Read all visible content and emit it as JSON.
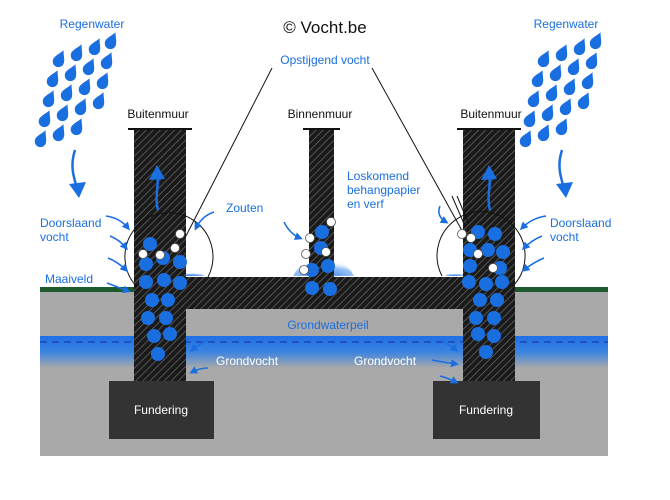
{
  "title": "© Vocht.be",
  "labels": {
    "rain_left": "Regenwater",
    "rain_right": "Regenwater",
    "rising_damp": "Opstijgend vocht",
    "outer_wall_left": "Buitenmuur",
    "inner_wall": "Binnenmuur",
    "outer_wall_right": "Buitenmuur",
    "peeling_line1": "Loskomend",
    "peeling_line2": "behangpapier",
    "peeling_line3": "en verf",
    "salts": "Zouten",
    "penetrating_left_line1": "Doorslaand",
    "penetrating_left_line2": "vocht",
    "penetrating_right_line1": "Doorslaand",
    "penetrating_right_line2": "vocht",
    "ground_level": "Maaiveld",
    "groundwater_level": "Grondwaterpeil",
    "ground_moisture_left": "Grondvocht",
    "ground_moisture_right": "Grondvocht",
    "foundation_left": "Fundering",
    "foundation_right": "Fundering"
  },
  "colors": {
    "water_blue": "#1a6fe0",
    "ground_gray": "#a9a9a9",
    "grass_green": "#1d5a2e",
    "foundation_dark": "#333333",
    "groundwater_band": "#3f7fd8"
  },
  "icons": [
    "raindrop-icon",
    "curved-arrow-icon",
    "water-drop-circle-icon",
    "salt-crystal-icon"
  ]
}
